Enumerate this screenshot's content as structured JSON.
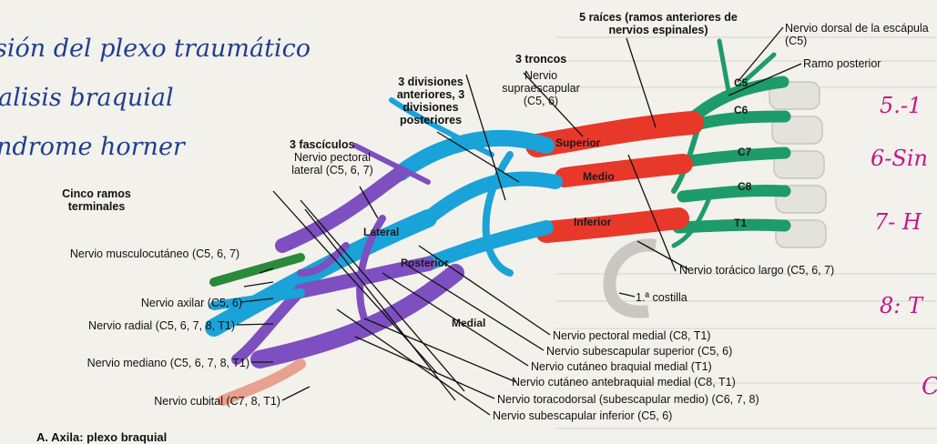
{
  "handwritten_left": [
    "sión del plexo traumático",
    "alisis braquial",
    "ndrome horner"
  ],
  "handwritten_right": [
    "5.-1",
    "6-Sin",
    "7- H",
    "8: T",
    "C"
  ],
  "header_roots": "5 raíces (ramos anteriores de nervios espinales)",
  "header_trunks": "3 troncos",
  "header_divisions": "3 divisiones anteriores, 3 divisiones posteriores",
  "header_fascicles": "3 fascículos",
  "header_terminal": "Cinco ramos terminales",
  "figure_caption": "A. Axila: plexo braquial",
  "diagram_labels": {
    "c5": "C5",
    "c6": "C6",
    "c7": "C7",
    "c8": "C8",
    "t1": "T1",
    "superior": "Superior",
    "medio": "Medio",
    "inferior": "Inferior",
    "lateral": "Lateral",
    "posterior": "Posterior",
    "medial": "Medial"
  },
  "upper_labels": {
    "dorsal_scapular": "Nervio dorsal de la escápula (C5)",
    "posterior_branch": "Ramo posterior",
    "suprascapular": "Nervio supraescapular (C5, 6)",
    "lateral_pectoral": "Nervio pectoral lateral (C5, 6, 7)"
  },
  "left_labels": [
    "Nervio musculocutáneo (C5, 6, 7)",
    "Nervio axilar (C5, 6)",
    "Nervio radial (C5, 6, 7, 8, T1)",
    "Nervio mediano (C5, 6, 7, 8, T1)",
    "Nervio cubital (C7, 8, T1)"
  ],
  "right_labels": [
    "Nervio torácico largo (C5, 6, 7)",
    "1.ª costilla",
    "Nervio pectoral medial (C8, T1)",
    "Nervio subescapular superior (C5, 6)",
    "Nervio cutáneo braquial medial (T1)",
    "Nervio cutáneo antebraquial medial (C8, T1)",
    "Nervio toracodorsal (subescapular medio) (C6, 7, 8)",
    "Nervio subescapular inferior (C5, 6)"
  ],
  "colors": {
    "roots": "#1e9b6a",
    "trunks": "#e8382a",
    "anterior_divisions": "#1aa3d8",
    "fascicles": "#7d4fc0",
    "musculocutaneous": "#2a8a3a",
    "ulnar": "#e8a090",
    "handwriting_blue": "#1f3f8f",
    "handwriting_pink": "#c2188a"
  }
}
